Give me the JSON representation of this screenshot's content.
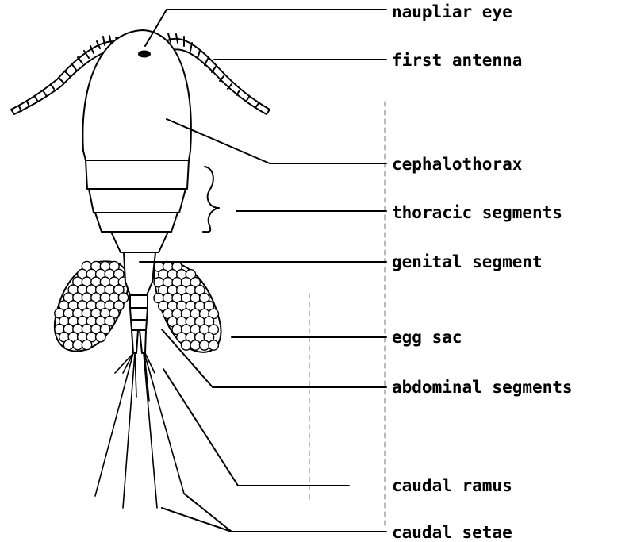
{
  "labels": {
    "naupliar_eye": "naupliar eye",
    "first_antenna": "first antenna",
    "cephalothorax": "cephalothorax",
    "thoracic_segments": "thoracic segments",
    "genital_segment": "genital segment",
    "egg_sac": "egg sac",
    "abdominal_segments": "abdominal segments",
    "caudal_ramus": "caudal ramus",
    "caudal_setae": "caudal setae"
  }
}
